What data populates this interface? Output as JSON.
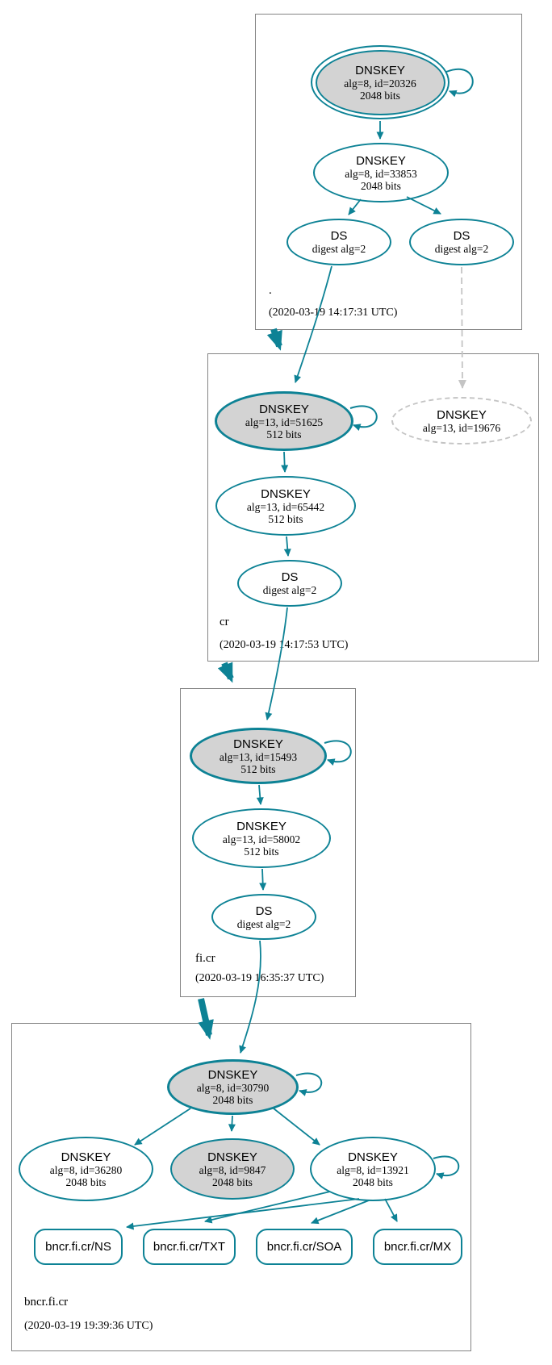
{
  "colors": {
    "accent_teal": "#0d8295",
    "node_fill_gray": "#d3d3d3",
    "dashed_gray": "#c4c4c4",
    "zone_border_gray": "#848484"
  },
  "zones": {
    "root": {
      "label": ".",
      "timestamp": "(2020-03-19 14:17:31 UTC)"
    },
    "cr": {
      "label": "cr",
      "timestamp": "(2020-03-19 14:17:53 UTC)"
    },
    "ficr": {
      "label": "fi.cr",
      "timestamp": "(2020-03-19 16:35:37 UTC)"
    },
    "bncr": {
      "label": "bncr.fi.cr",
      "timestamp": "(2020-03-19 19:39:36 UTC)"
    }
  },
  "nodes": {
    "root_ksk": {
      "type": "DNSKEY",
      "detail": "alg=8, id=20326",
      "bits": "2048 bits"
    },
    "root_zsk": {
      "type": "DNSKEY",
      "detail": "alg=8, id=33853",
      "bits": "2048 bits"
    },
    "root_ds1": {
      "type": "DS",
      "detail": "digest alg=2"
    },
    "root_ds2": {
      "type": "DS",
      "detail": "digest alg=2"
    },
    "cr_ksk": {
      "type": "DNSKEY",
      "detail": "alg=13, id=51625",
      "bits": "512 bits"
    },
    "cr_key_missing": {
      "type": "DNSKEY",
      "detail": "alg=13, id=19676"
    },
    "cr_zsk": {
      "type": "DNSKEY",
      "detail": "alg=13, id=65442",
      "bits": "512 bits"
    },
    "cr_ds": {
      "type": "DS",
      "detail": "digest alg=2"
    },
    "ficr_ksk": {
      "type": "DNSKEY",
      "detail": "alg=13, id=15493",
      "bits": "512 bits"
    },
    "ficr_zsk": {
      "type": "DNSKEY",
      "detail": "alg=13, id=58002",
      "bits": "512 bits"
    },
    "ficr_ds": {
      "type": "DS",
      "detail": "digest alg=2"
    },
    "bncr_ksk": {
      "type": "DNSKEY",
      "detail": "alg=8, id=30790",
      "bits": "2048 bits"
    },
    "bncr_key_36280": {
      "type": "DNSKEY",
      "detail": "alg=8, id=36280",
      "bits": "2048 bits"
    },
    "bncr_key_9847": {
      "type": "DNSKEY",
      "detail": "alg=8, id=9847",
      "bits": "2048 bits"
    },
    "bncr_key_13921": {
      "type": "DNSKEY",
      "detail": "alg=8, id=13921",
      "bits": "2048 bits"
    }
  },
  "rrsets": {
    "ns": {
      "label": "bncr.fi.cr/NS"
    },
    "txt": {
      "label": "bncr.fi.cr/TXT"
    },
    "soa": {
      "label": "bncr.fi.cr/SOA"
    },
    "mx": {
      "label": "bncr.fi.cr/MX"
    }
  }
}
